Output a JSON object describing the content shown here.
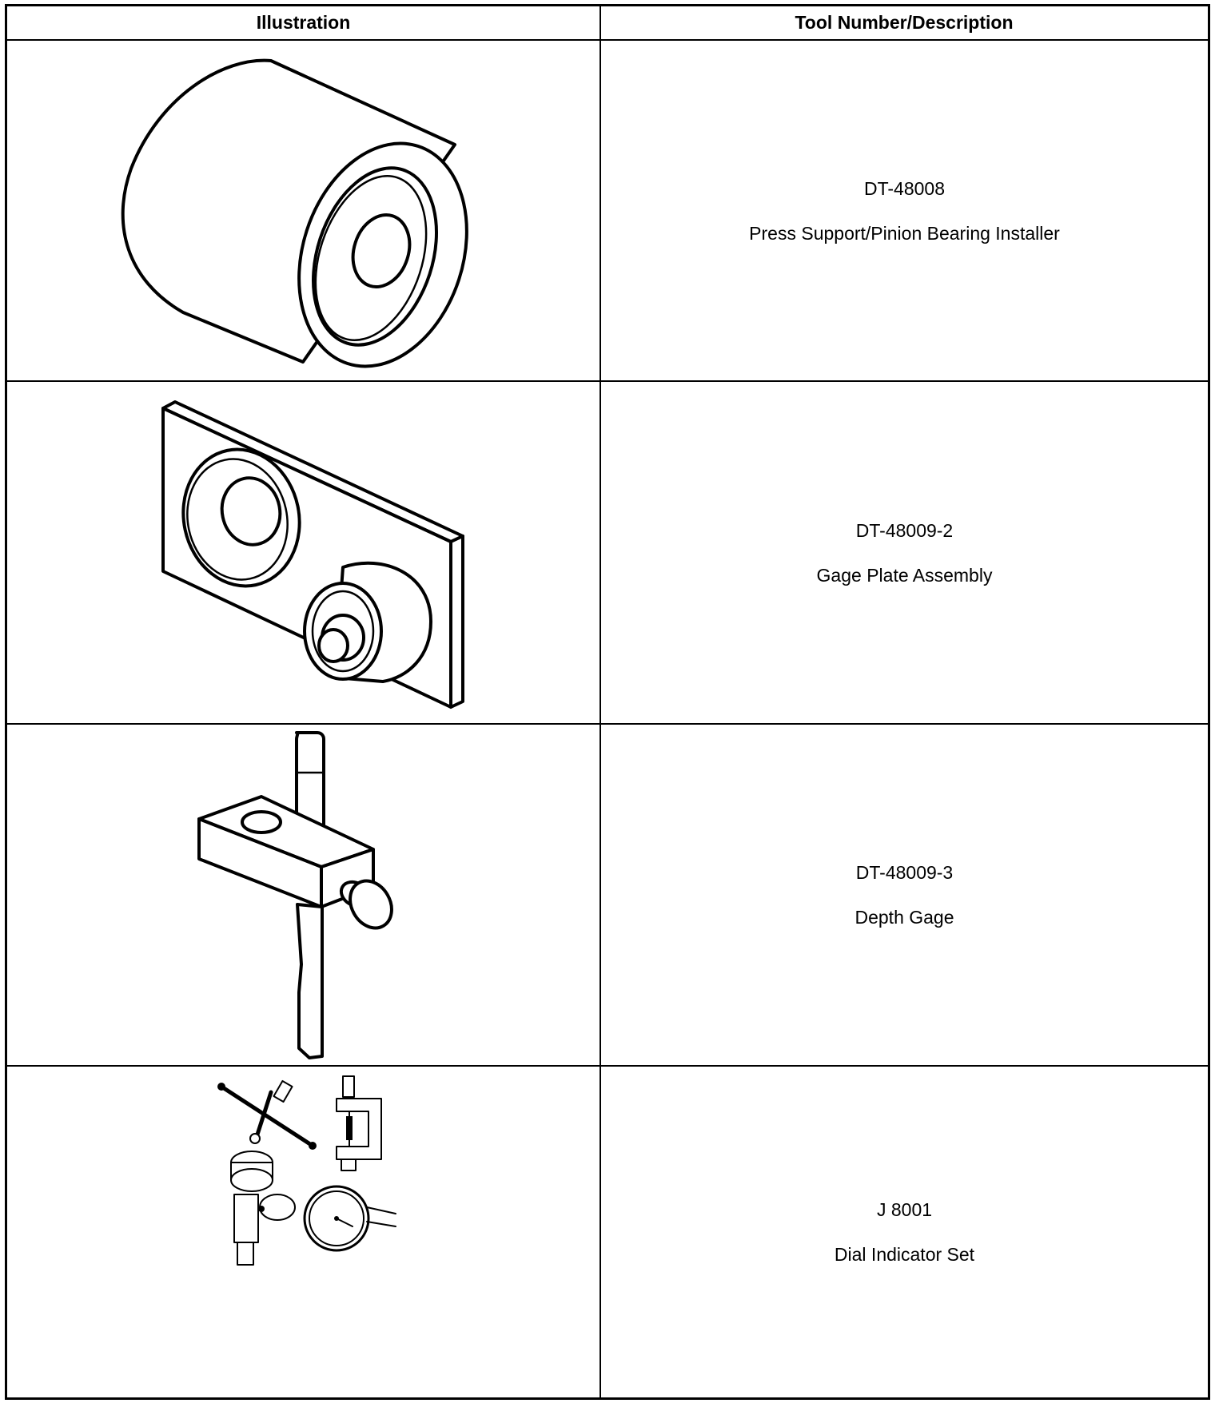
{
  "table": {
    "header": {
      "illustration": "Illustration",
      "tool_col": "Tool Number/Description"
    },
    "rows": [
      {
        "tool_number": "DT-48008",
        "description": "Press Support/Pinion Bearing Installer",
        "icon": "press-support-illustration"
      },
      {
        "tool_number": "DT-48009-2",
        "description": "Gage Plate Assembly",
        "icon": "gage-plate-illustration"
      },
      {
        "tool_number": "DT-48009-3",
        "description": "Depth Gage",
        "icon": "depth-gage-illustration"
      },
      {
        "tool_number": "J 8001",
        "description": "Dial Indicator Set",
        "icon": "dial-indicator-set-illustration"
      }
    ]
  }
}
